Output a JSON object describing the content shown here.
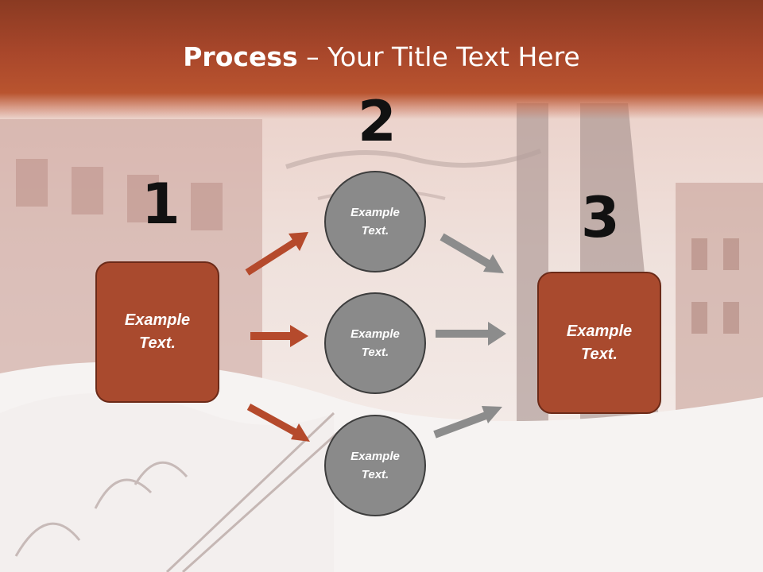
{
  "slide": {
    "title_bold": "Process",
    "title_rest": " – Your Title Text Here",
    "numbers": [
      "1",
      "2",
      "3"
    ],
    "box_left": {
      "line1": "Example",
      "line2": "Text."
    },
    "box_right": {
      "line1": "Example",
      "line2": "Text."
    },
    "circles": [
      {
        "line1": "Example",
        "line2": "Text."
      },
      {
        "line1": "Example",
        "line2": "Text."
      },
      {
        "line1": "Example",
        "line2": "Text."
      }
    ]
  },
  "colors": {
    "accent": "#a94a2e",
    "circle_fill": "#8a8a8a",
    "arrow_red": "#b54a2c",
    "arrow_gray": "#8c8c8c"
  }
}
